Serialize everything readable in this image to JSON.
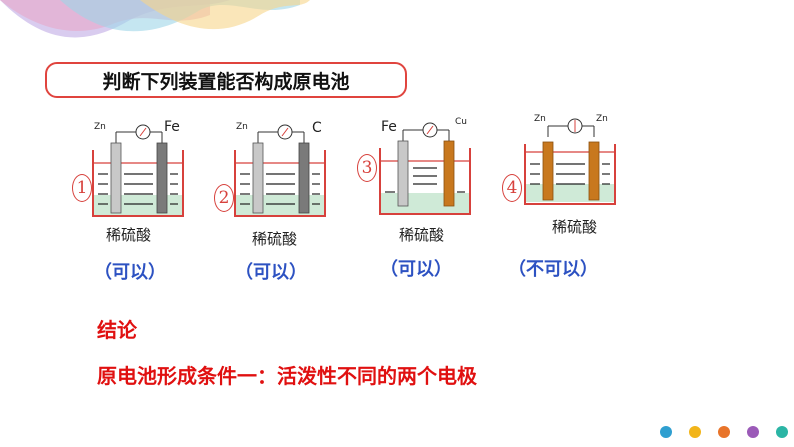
{
  "title": "判断下列装置能否构成原电池",
  "electrolyte_label": "稀硫酸",
  "experiments": [
    {
      "num": "1",
      "left_electrode": "Zn",
      "right_electrode": "Fe",
      "verdict": "（可以）"
    },
    {
      "num": "2",
      "left_electrode": "Zn",
      "right_electrode": "C",
      "verdict": "（可以）"
    },
    {
      "num": "3",
      "left_electrode": "Fe",
      "right_electrode": "Cu",
      "verdict": "（可以）"
    },
    {
      "num": "4",
      "left_electrode": "Zn",
      "right_electrode": "Zn",
      "verdict": "（不可以）"
    }
  ],
  "conclusion": {
    "heading": "结论",
    "text": "原电池形成条件一：活泼性不同的两个电极"
  },
  "colors": {
    "accent_red": "#e01010",
    "verdict_blue": "#2d52c2",
    "beaker_red": "#d7413c",
    "electrolyte_green": "#cfead7",
    "zinc_gray": "#c8c8c8",
    "carbon_dark": "#7a7a7a",
    "copper_orange": "#c8781e",
    "dots": [
      "#2f9fd0",
      "#f2b51a",
      "#e8742a",
      "#9b5ab8",
      "#2bb5a5"
    ]
  }
}
